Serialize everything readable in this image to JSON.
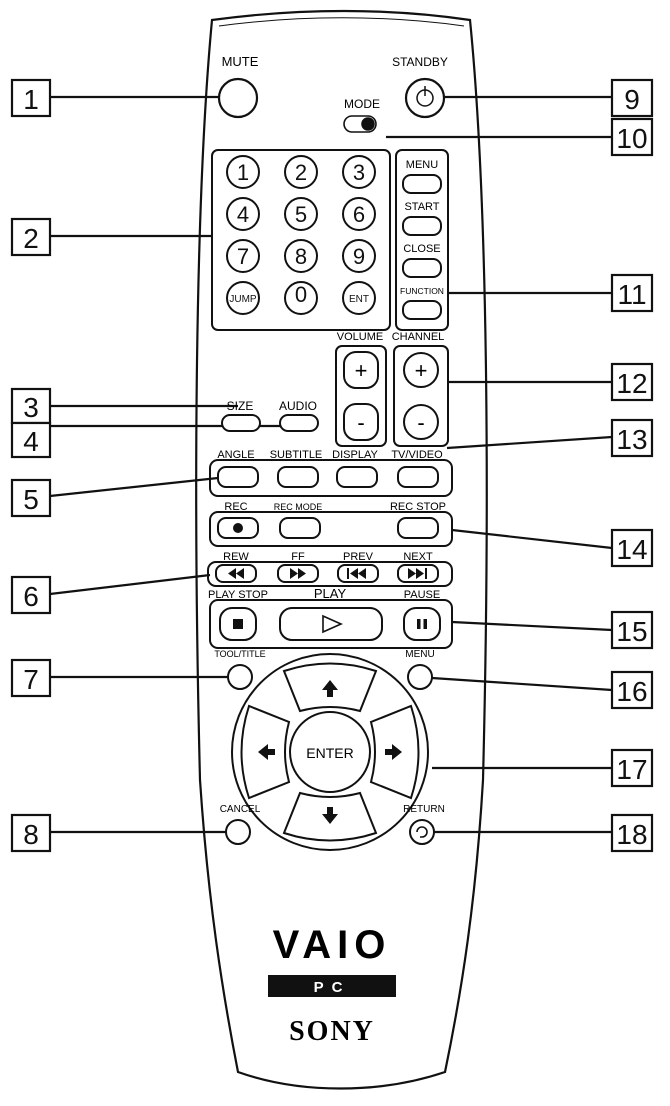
{
  "callouts": [
    "1",
    "2",
    "3",
    "4",
    "5",
    "6",
    "7",
    "8",
    "9",
    "10",
    "11",
    "12",
    "13",
    "14",
    "15",
    "16",
    "17",
    "18"
  ],
  "buttons": {
    "mute": "MUTE",
    "standby": "STANDBY",
    "mode": "MODE",
    "digits": [
      "1",
      "2",
      "3",
      "4",
      "5",
      "6",
      "7",
      "8",
      "9"
    ],
    "jump": "JUMP",
    "zero": "0",
    "ent": "ENT",
    "menu": "MENU",
    "start": "START",
    "close": "CLOSE",
    "function": "FUNCTION",
    "volume": "VOLUME",
    "channel": "CHANNEL",
    "plus": "+",
    "minus": "-",
    "size": "SIZE",
    "audio": "AUDIO",
    "angle": "ANGLE",
    "subtitle": "SUBTITLE",
    "display": "DISPLAY",
    "tv_video": "TV/VIDEO",
    "rec": "REC",
    "rec_mode": "REC MODE",
    "rec_stop": "REC STOP",
    "rew": "REW",
    "ff": "FF",
    "prev": "PREV",
    "next": "NEXT",
    "play_stop": "PLAY STOP",
    "play": "PLAY",
    "pause": "PAUSE",
    "tool_title": "TOOL/TITLE",
    "dvd_menu": "MENU",
    "enter": "ENTER",
    "cancel": "CANCEL",
    "return": "RETURN"
  },
  "branding": {
    "vaio": "VAIO",
    "pc": "PC",
    "sony": "SONY"
  },
  "colors": {
    "ink": "#111111",
    "paper": "#ffffff",
    "badge": "#111111"
  }
}
